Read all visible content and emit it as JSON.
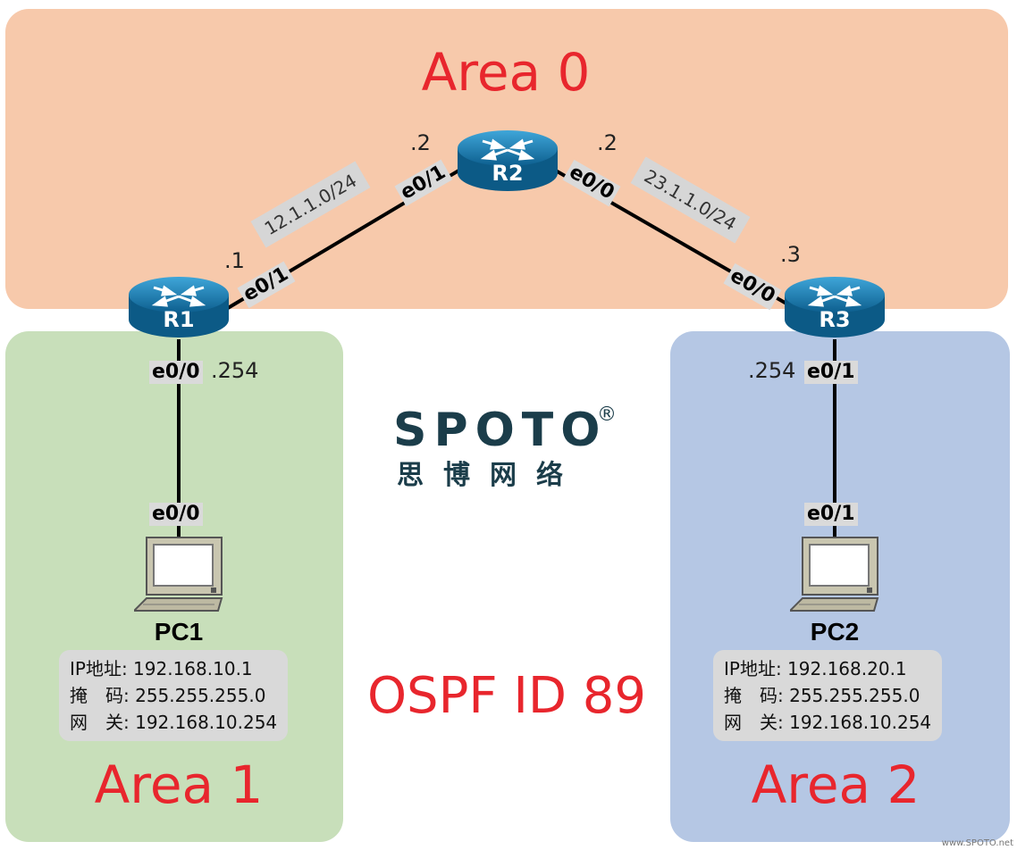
{
  "areas": {
    "area0": "Area 0",
    "area1": "Area 1",
    "area2": "Area 2"
  },
  "title": "OSPF ID 89",
  "routers": {
    "r1": "R1",
    "r2": "R2",
    "r3": "R3"
  },
  "links": {
    "r1_r2_subnet": "12.1.1.0/24",
    "r2_r3_subnet": "23.1.1.0/24",
    "r1_r2_if": "e0/1",
    "r2_r1_if": "e0/1",
    "r2_r3_if": "e0/0",
    "r3_r2_if": "e0/0",
    "r1_ip": ".1",
    "r2_ip_left": ".2",
    "r2_ip_right": ".2",
    "r3_ip": ".3",
    "r1_pc_if": "e0/0",
    "pc1_if": "e0/0",
    "r1_gw_ip": ".254",
    "r3_pc_if": "e0/1",
    "pc2_if": "e0/1",
    "r3_gw_ip": ".254"
  },
  "pcs": {
    "pc1": {
      "name": "PC1",
      "ip": "IP地址: 192.168.10.1",
      "mask": "掩　码: 255.255.255.0",
      "gateway": "网　关: 192.168.10.254"
    },
    "pc2": {
      "name": "PC2",
      "ip": "IP地址: 192.168.20.1",
      "mask": "掩　码: 255.255.255.0",
      "gateway": "网　关: 192.168.10.254"
    }
  },
  "logo": {
    "brand": "SPOTO",
    "reg": "®",
    "chinese": "思博网络"
  },
  "watermark": "www.SPOTO.net",
  "colors": {
    "area0": "#f7c9ab",
    "area1": "#c8dfba",
    "area2": "#b5c7e4",
    "label_red": "#e8262d",
    "router_blue": "#1a7fb5"
  },
  "icons": {
    "router": "router-icon",
    "pc": "computer-icon"
  }
}
